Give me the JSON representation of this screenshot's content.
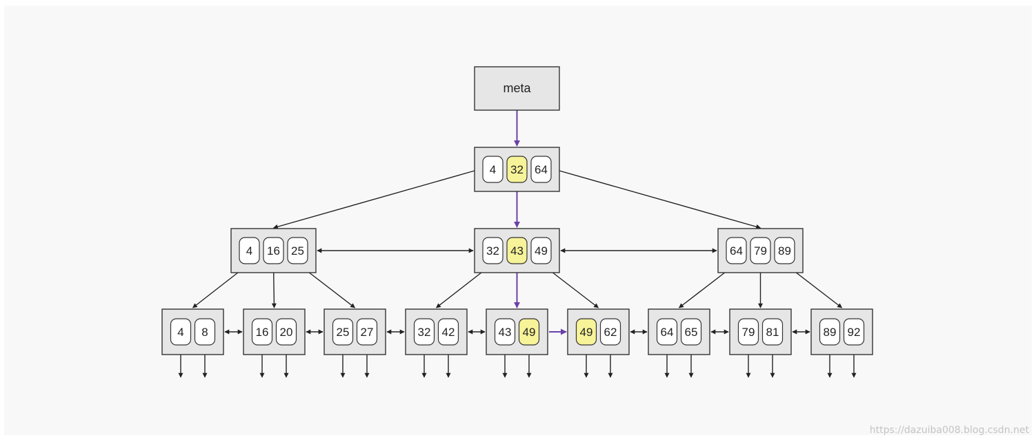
{
  "colors": {
    "node_fill": "#e6e6e6",
    "key_fill": "#ffffff",
    "highlight_fill": "#f7f398",
    "path_arrow": "#6a3fa8",
    "arrow": "#222222"
  },
  "meta": {
    "label": "meta"
  },
  "root": {
    "keys": [
      "4",
      "32",
      "64"
    ],
    "highlight": [
      1
    ]
  },
  "internal": [
    {
      "keys": [
        "4",
        "16",
        "25"
      ],
      "highlight": []
    },
    {
      "keys": [
        "32",
        "43",
        "49"
      ],
      "highlight": [
        1
      ]
    },
    {
      "keys": [
        "64",
        "79",
        "89"
      ],
      "highlight": []
    }
  ],
  "leaves": [
    {
      "keys": [
        "4",
        "8"
      ],
      "highlight": []
    },
    {
      "keys": [
        "16",
        "20"
      ],
      "highlight": []
    },
    {
      "keys": [
        "25",
        "27"
      ],
      "highlight": []
    },
    {
      "keys": [
        "32",
        "42"
      ],
      "highlight": []
    },
    {
      "keys": [
        "43",
        "49"
      ],
      "highlight": [
        1
      ]
    },
    {
      "keys": [
        "49",
        "62"
      ],
      "highlight": [
        0
      ]
    },
    {
      "keys": [
        "64",
        "65"
      ],
      "highlight": []
    },
    {
      "keys": [
        "79",
        "81"
      ],
      "highlight": []
    },
    {
      "keys": [
        "89",
        "92"
      ],
      "highlight": []
    }
  ],
  "search_path": {
    "leaf_link_from": 4
  },
  "watermark": "https://dazuiba008.blog.csdn.net"
}
